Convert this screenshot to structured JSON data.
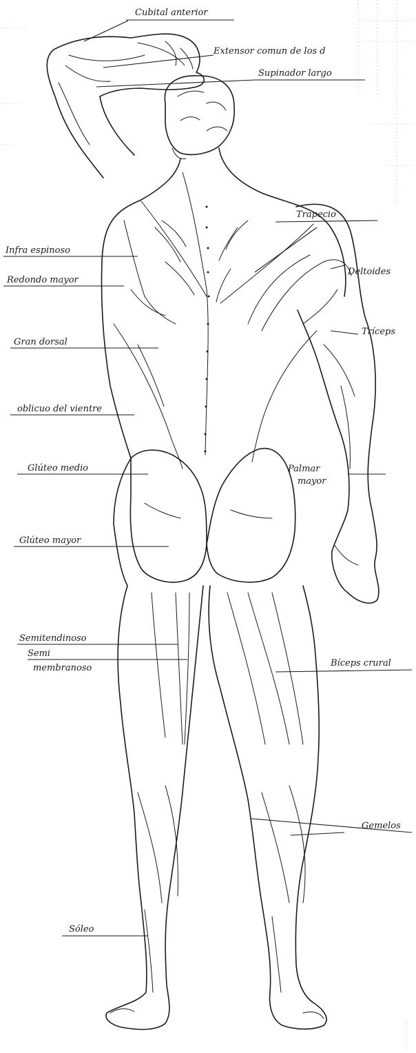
{
  "labels": {
    "cubital_anterior": "Cubital anterior",
    "extensor_comun": "Extensor comun de los d",
    "supinador_largo": "Supinador largo",
    "trapecio": "Trapecio",
    "infra_espinoso": "Infra espinoso",
    "deltoides": "Deltoides",
    "redondo_mayor": "Redondo mayor",
    "triceps": "Tríceps",
    "gran_dorsal": "Gran dorsal",
    "oblicuo_vientre": "oblicuo del vientre",
    "gluteo_medio": "Glúteo medio",
    "palmar_mayor_1": "Palmar",
    "palmar_mayor_2": "mayor",
    "gluteo_mayor": "Glúteo mayor",
    "semitendinoso": "Semitendinoso",
    "semi_1": "Semi",
    "semi_2": "membranoso",
    "biceps_crural": "Bíceps crural",
    "gemelos": "Gemelos",
    "soleo": "Sóleo"
  }
}
